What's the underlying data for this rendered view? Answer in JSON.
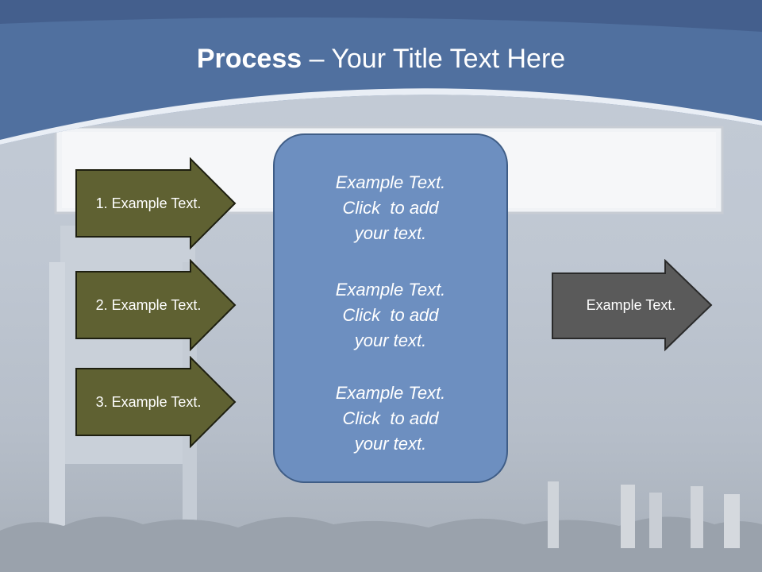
{
  "slide": {
    "title_bold": "Process",
    "title_rest": " – Your Title Text Here",
    "inputs": [
      {
        "label": "1. Example Text."
      },
      {
        "label": "2. Example Text."
      },
      {
        "label": "3. Example Text."
      }
    ],
    "center_blocks": [
      {
        "lines": [
          "Example Text.",
          "Click  to add",
          "your text."
        ]
      },
      {
        "lines": [
          "Example Text.",
          "Click  to add",
          "your text."
        ]
      },
      {
        "lines": [
          "Example Text.",
          "Click  to add",
          "your text."
        ]
      }
    ],
    "output": {
      "label": "Example Text."
    },
    "colors": {
      "header_blue": "#4f6fa0",
      "input_arrow": "#5f6132",
      "output_arrow": "#5a5a5a",
      "center_box": "#6d8fc0"
    }
  }
}
